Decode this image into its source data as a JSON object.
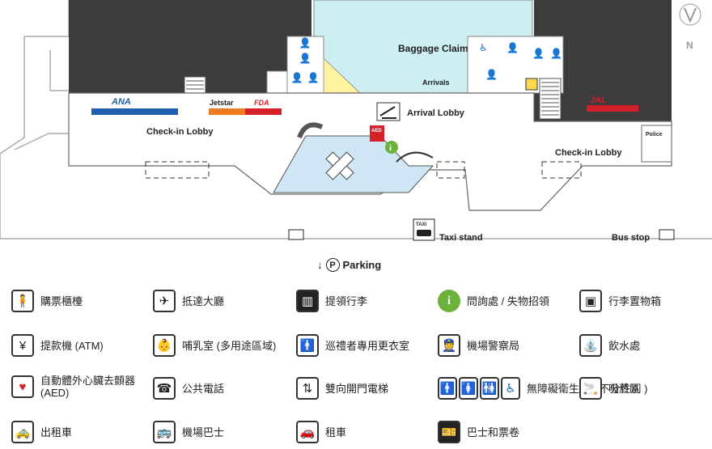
{
  "map": {
    "baggage_claim": "Baggage Claim",
    "arrivals": "Arrivals",
    "arrival_lobby": "Arrival Lobby",
    "checkin_lobby_left": "Check-in Lobby",
    "checkin_lobby_right": "Check-in Lobby",
    "police": "Police",
    "taxi_stand": "Taxi stand",
    "bus_stop": "Bus stop",
    "parking": "Parking",
    "compass": "N",
    "airlines": {
      "ana": "ANA",
      "jetstar": "Jetstar",
      "fda": "FDA",
      "jal": "JAL"
    },
    "aed": "AED",
    "taxi_sign": "TAXI",
    "colors": {
      "baggage_claim": "#cdeef2",
      "pool": "#cfe6f5",
      "dark_area": "#3c3c3c",
      "ana_blue": "#1f5fae",
      "jetstar_orange": "#f07b1e",
      "fda_red": "#d6212a",
      "jal_red": "#d31f2b",
      "info_green": "#6ab23a",
      "restroom_yellow": "#fff3a0"
    }
  },
  "legend": [
    {
      "icon": "ticket-counter-icon",
      "label": "購票櫃檯"
    },
    {
      "icon": "arrival-lobby-icon",
      "label": "抵達大廳"
    },
    {
      "icon": "baggage-claim-icon",
      "label": "提領行李"
    },
    {
      "icon": "information-icon",
      "label": "問詢處 / 失物招領"
    },
    {
      "icon": "coin-locker-icon",
      "label": "行李置物箱"
    },
    {
      "icon": "atm-icon",
      "label": "提款機 (ATM)"
    },
    {
      "icon": "nursing-room-icon",
      "label": "哺乳室 (多用途區域)"
    },
    {
      "icon": "prayer-room-icon",
      "label": "巡禮者專用更衣室"
    },
    {
      "icon": "airport-police-icon",
      "label": "機場警察局"
    },
    {
      "icon": "drinking-fountain-icon",
      "label": "飲水處"
    },
    {
      "icon": "aed-icon",
      "label": "自動體外心臟去顫器",
      "label2": "(AED)"
    },
    {
      "icon": "public-phone-icon",
      "label": "公共電話"
    },
    {
      "icon": "elevator-icon",
      "label": "雙向開門電梯"
    },
    {
      "icon": "accessible-restroom-icon",
      "label": "無障礙衛生間 ( 不分性別 )"
    },
    {
      "icon": "smoking-area-icon",
      "label": "吸菸區"
    },
    {
      "icon": "taxi-icon",
      "label": "出租車"
    },
    {
      "icon": "airport-bus-icon",
      "label": "機場巴士"
    },
    {
      "icon": "rental-car-icon",
      "label": "租車"
    },
    {
      "icon": "bus-ticket-icon",
      "label": "巴士和票卷"
    }
  ]
}
